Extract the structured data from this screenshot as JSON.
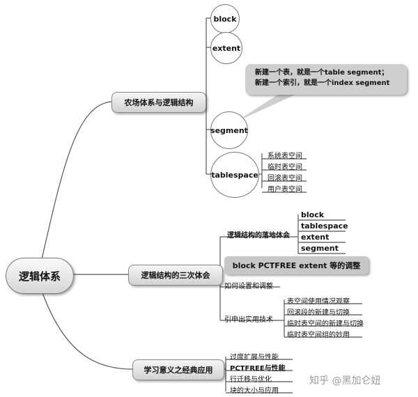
{
  "root": {
    "label": "逻辑体系"
  },
  "branch1": {
    "label": "农场体系与逻辑结构",
    "items": [
      "block",
      "extent",
      "segment",
      "tablespace"
    ],
    "callout": [
      "新建一个表，就是一个table segment；",
      "新建一个索引，就是一个index segment"
    ],
    "tablespace_children": [
      "系统表空间",
      "临时表空间",
      "回滚表空间",
      "用户表空间"
    ]
  },
  "branch2": {
    "label": "逻辑结构的三次体会",
    "sub1": {
      "label": "逻辑结构的落地体会",
      "children": [
        "block",
        "tablespace",
        "extent",
        "segment"
      ]
    },
    "banner": "block PCTFREE extent 等的调整",
    "sub2": {
      "label": "如何设置和调整"
    },
    "sub3": {
      "label": "引申出实用技术",
      "children": [
        "表空间使用情况观察",
        "回滚段的新建与切换",
        "临时表空间的新建与切换",
        "临时表空间组的妙用"
      ]
    }
  },
  "branch3": {
    "label": "学习意义之经典应用",
    "children": [
      "过度扩展与性能",
      "PCTFREE与性能",
      "行迁移与优化",
      "块的大小与应用"
    ]
  },
  "watermark": "知乎 @黑加仑妞"
}
